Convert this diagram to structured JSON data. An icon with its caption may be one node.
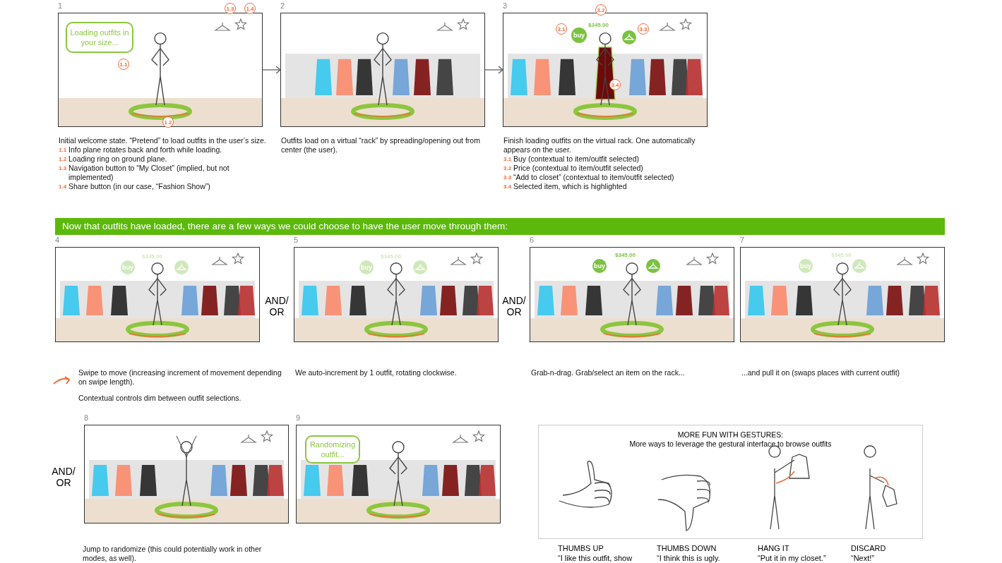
{
  "diagram": {
    "nodes": [
      {
        "text": [
          "1"
        ],
        "beside": [
          "Initial welcome state.  “Pretend” to load outfits in the user’s size.",
          "1.1",
          "Info plane rotates back and forth while loading.",
          "1.2",
          "Loading ring on ground plane.",
          "1.3",
          "Navigation button to “My Closet” (implied, but not implemented)",
          "1.4",
          "Share button (in our case, “Fashion Show”)"
        ]
      },
      {
        "text": [
          "Loading outfits in your size..."
        ],
        "in": 0
      },
      {
        "text": [
          "1.1"
        ],
        "in": 0
      },
      {
        "text": [
          "1.2"
        ],
        "in": 0
      },
      {
        "text": [
          "1.3"
        ]
      },
      {
        "text": [
          "1.4"
        ]
      },
      {
        "text": [
          "2"
        ],
        "beside": [
          "Outfits load on a virtual “rack” by spreading/opening out from center (the user)."
        ]
      },
      {
        "text": [
          "3"
        ],
        "beside": [
          "Finish loading outfits on the virtual rack.  One automatically appears on the user.",
          "3.1",
          "Buy (contextual to item/outfit selected)",
          "3.2",
          "Price (contextual to item/outfit selected)",
          "3.3",
          "“Add to closet” (contextual to item/outfit selected)",
          "3.4",
          "Selected item, which is highlighted"
        ]
      },
      {
        "text": [
          "3.1"
        ],
        "in": 7
      },
      {
        "text": [
          "buy"
        ],
        "in": 7
      },
      {
        "text": [
          "3.2"
        ]
      },
      {
        "text": [
          "3.3"
        ],
        "in": 7
      },
      {
        "text": [
          "3.4"
        ],
        "in": 7
      },
      {
        "text": [
          "Now that outfits have loaded, there are a few ways we could choose to have the user move through them:"
        ]
      },
      {
        "text": [
          "4"
        ],
        "beside": [
          "Swipe to move (increasing increment of movement depending on swipe length).",
          "Contextual controls dim between outfit selections."
        ]
      },
      {
        "text": [
          "buy"
        ],
        "in": 14
      },
      {
        "text": [
          "5"
        ],
        "beside": [
          "We auto-increment by 1 outfit, rotating clockwise."
        ]
      },
      {
        "text": [
          "buy"
        ],
        "in": 16
      },
      {
        "text": [
          "6"
        ],
        "beside": [
          "Grab-n-drag.  Grab/select an item on the rack..."
        ]
      },
      {
        "text": [
          "buy"
        ],
        "in": 18
      },
      {
        "text": [
          "7"
        ],
        "beside": [
          "...and pull it on (swaps places with current outfit)"
        ]
      },
      {
        "text": [
          "buy"
        ],
        "in": 20
      },
      {
        "text": [
          "8"
        ],
        "beside": [
          "Jump to randomize (this could potentially work in other modes, as well)."
        ]
      },
      {
        "text": [
          "9"
        ]
      },
      {
        "text": [
          "Randomizing outfit..."
        ],
        "in": 23
      },
      {
        "text": [
          "MORE FUN WITH GESTURES:",
          "More ways to leverage the gestural interface to browse outfits"
        ]
      }
    ],
    "edges": [
      {
        "from": 0,
        "to": 6,
        "arrow": "to"
      },
      {
        "from": 6,
        "to": 7,
        "arrow": "to"
      }
    ],
    "labels": [
      "$345.00",
      "$345.00",
      "$345.00",
      "AND/ OR",
      "$345.00",
      "AND/ OR",
      "$345.00",
      "AND/ OR",
      "THUMBS UP",
      "“I like this outfit, show",
      "THUMBS DOWN",
      "“I think this is ugly.",
      "HANG IT",
      "“Put it in my closet.”",
      "DISCARD",
      "“Next!”"
    ]
  }
}
